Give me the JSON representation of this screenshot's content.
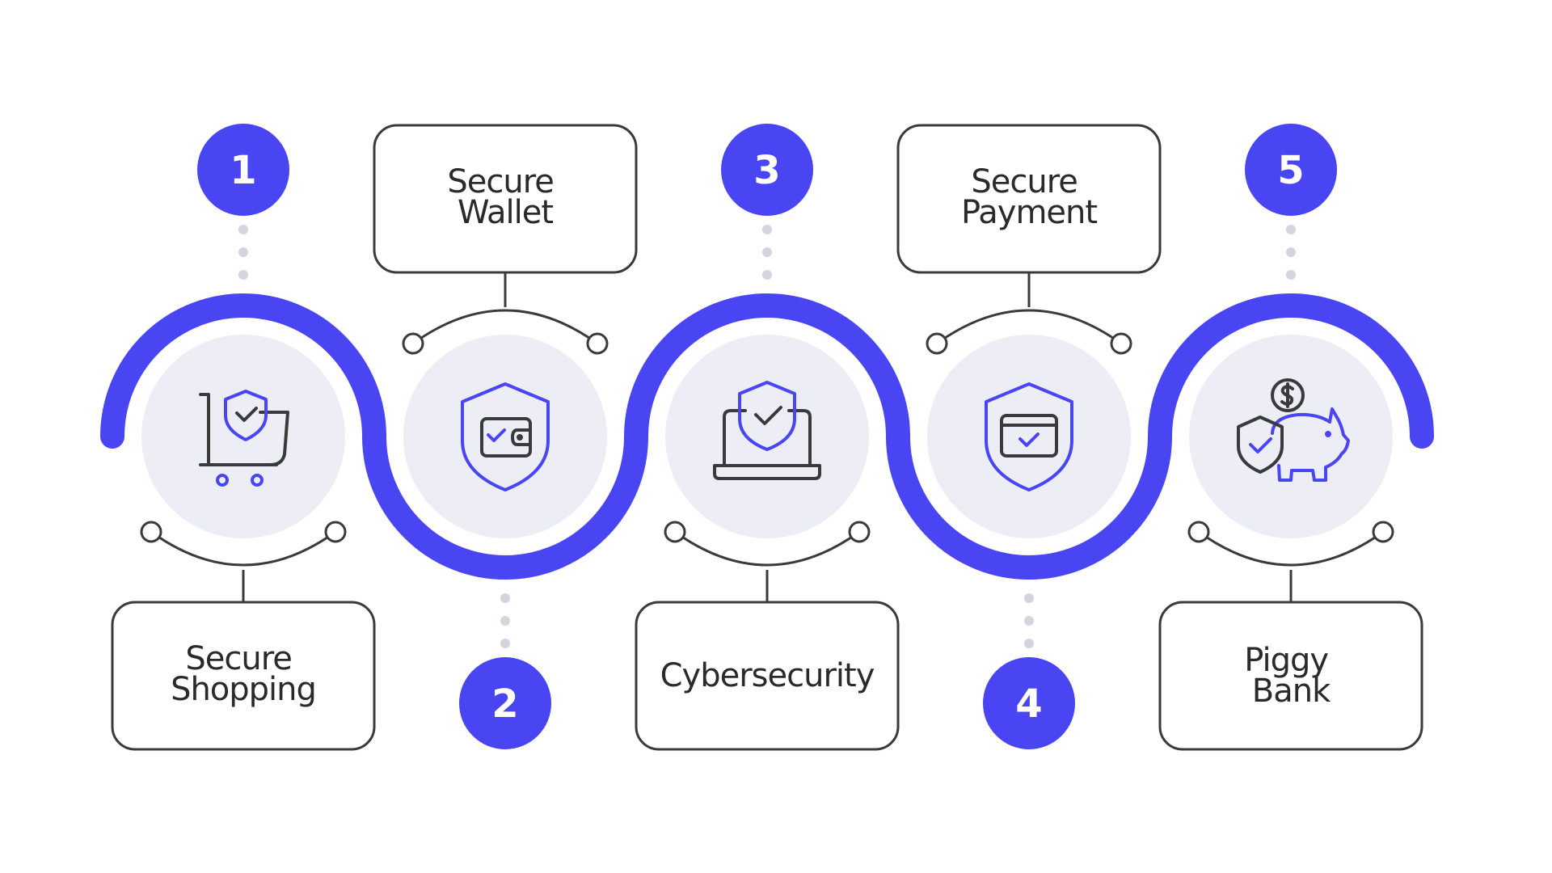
{
  "colors": {
    "accent": "#4a45f2",
    "circle_fill": "#ededf6",
    "line": "#3a3a3c",
    "dots": "#d4d4de"
  },
  "steps": [
    {
      "number": "1",
      "label_lines": [
        "Secure",
        "Shopping"
      ],
      "icon": "cart-shield-icon"
    },
    {
      "number": "2",
      "label_lines": [
        "Secure",
        "Wallet"
      ],
      "icon": "wallet-shield-icon"
    },
    {
      "number": "3",
      "label_lines": [
        "Cybersecurity"
      ],
      "icon": "laptop-shield-icon"
    },
    {
      "number": "4",
      "label_lines": [
        "Secure",
        "Payment"
      ],
      "icon": "card-shield-icon"
    },
    {
      "number": "5",
      "label_lines": [
        "Piggy",
        "Bank"
      ],
      "icon": "piggy-bank-shield-icon"
    }
  ]
}
